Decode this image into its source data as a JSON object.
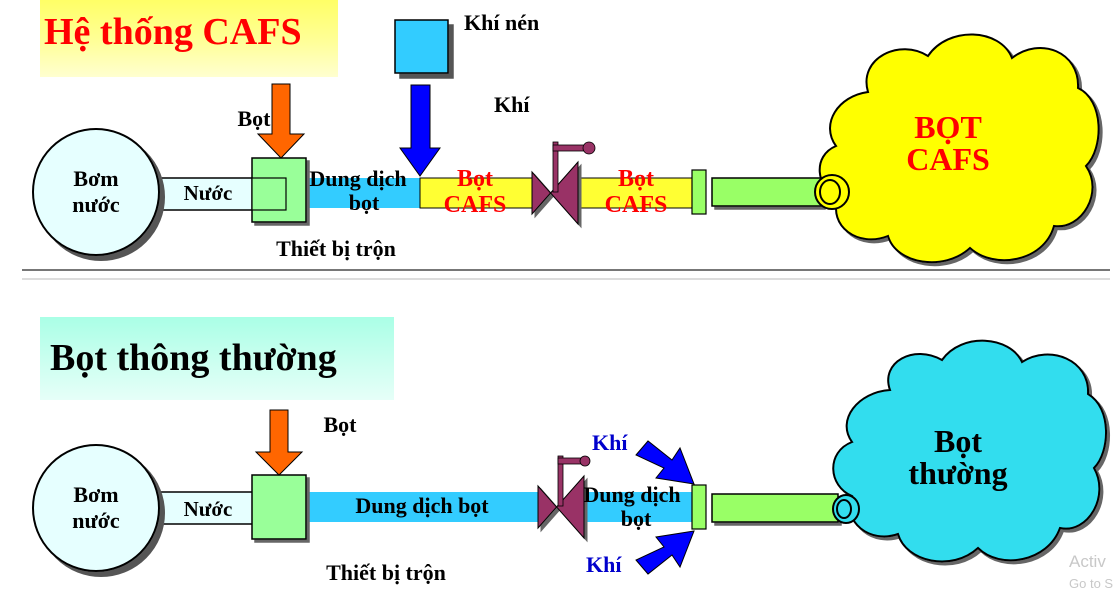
{
  "top": {
    "title": "Hệ thống CAFS",
    "pump": [
      "Bơm",
      "nước"
    ],
    "water": "Nước",
    "foam": "Bọt",
    "solution": [
      "Dung dịch",
      "bọt"
    ],
    "mixer": "Thiết bị trộn",
    "compressed_air": "Khí nén",
    "air": "Khí",
    "cafs_seg1": [
      "Bọt",
      "CAFS"
    ],
    "cafs_seg2": [
      "Bọt",
      "CAFS"
    ],
    "cloud": [
      "BỌT",
      "CAFS"
    ]
  },
  "bottom": {
    "title": "Bọt thông thường",
    "pump": [
      "Bơm",
      "nước"
    ],
    "water": "Nước",
    "foam": "Bọt",
    "solution": "Dung dịch bọt",
    "solution2": [
      "Dung dịch",
      "bọt"
    ],
    "mixer": "Thiết bị trộn",
    "air_top": "Khí",
    "air_bottom": "Khí",
    "cloud": [
      "Bọt",
      "thường"
    ]
  },
  "watermark": [
    "Activ",
    "Go to S"
  ],
  "colors": {
    "title_top_bg": "#ffff66",
    "title_bottom_bg": "#ccffee",
    "pump_fill": "#e6ffff",
    "water_pipe": "#e6ffff",
    "mixer_fill": "#99ff99",
    "solution_pipe": "#33ccff",
    "cafs_pipe": "#ffff33",
    "nozzle_pipe": "#99ff66",
    "valve": "#993366",
    "arrow_orange": "#ff6600",
    "arrow_blue": "#0000ff",
    "air_box": "#33ccff",
    "cloud_yellow": "#ffff00",
    "cloud_cyan": "#33ddee",
    "label_red": "#ff0000",
    "label_blue": "#0000cc"
  }
}
